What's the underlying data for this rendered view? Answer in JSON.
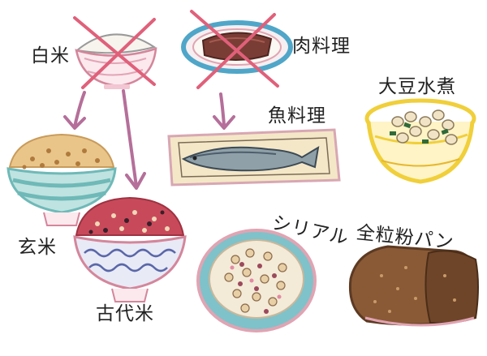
{
  "labels": {
    "white_rice": "白米",
    "meat_dish": "肉料理",
    "fish_dish": "魚料理",
    "simmered_soybeans": "大豆水煮",
    "brown_rice": "玄米",
    "ancient_rice": "古代米",
    "cereal": "シリアル",
    "whole_wheat_bread": "全粒粉パン"
  },
  "colors": {
    "cross_mark": "#e0607a",
    "arrow": "#b56f9a",
    "bowl_teal": "#6fb9b8",
    "plate_blue": "#4fa6c8",
    "yellow_bowl": "#f0cf3a",
    "bread_brown": "#8a5a36",
    "fish_tray": "#f4e7c7"
  }
}
